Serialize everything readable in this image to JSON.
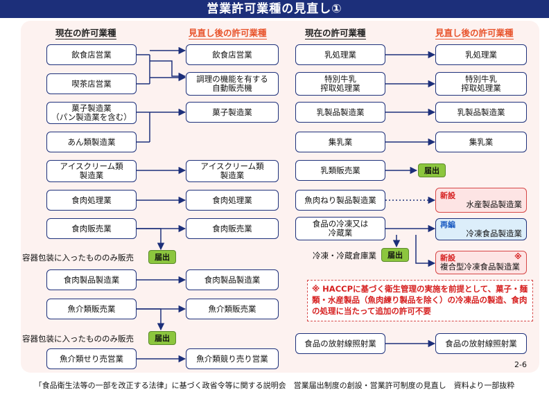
{
  "title": "営業許可業種の見直し①",
  "headers": {
    "current": "現在の許可業種",
    "revised": "見直し後の許可業種"
  },
  "left_current": {
    "inshoku": "飲食店営業",
    "kissa": "喫茶店営業",
    "kashi": "菓子製造業\n（パン製造業を含む）",
    "an": "あん類製造業",
    "ice": "アイスクリーム類\n製造業",
    "shokuniku_shori": "食肉処理業",
    "shokuniku_hanbai": "食肉販売業",
    "shokuniku_seihin": "食肉製品製造業",
    "gyokai_hanbai": "魚介類販売業",
    "gyokai_seri": "魚介類せり売営業"
  },
  "left_revised": {
    "inshoku": "飲食店営業",
    "jihanki": "調理の機能を有する\n自動販売機",
    "kashi": "菓子製造業",
    "ice": "アイスクリーム類\n製造業",
    "shokuniku_shori": "食肉処理業",
    "shokuniku_hanbai": "食肉販売業",
    "shokuniku_seihin": "食肉製品製造業",
    "gyokai_hanbai": "魚介類販売業",
    "gyokai_seri": "魚介類競り売り営業"
  },
  "left_notes": {
    "yoki1": "容器包装に入ったもののみ販売",
    "yoki2": "容器包装に入ったもののみ販売"
  },
  "todoke_label": "届出",
  "right_current": {
    "nyu_shori": "乳処理業",
    "tokubetsu": "特別牛乳\n搾取処理業",
    "nyu_seihin": "乳製品製造業",
    "shunyu": "集乳業",
    "nyurui_hanbai": "乳類販売業",
    "neri": "魚肉ねり製品製造業",
    "reito": "食品の冷凍又は\n冷蔵業",
    "reizo_soko": "冷凍・冷蔵倉庫業",
    "hoshasen": "食品の放射線照射業"
  },
  "right_revised": {
    "nyu_shori": "乳処理業",
    "tokubetsu": "特別牛乳\n搾取処理業",
    "nyu_seihin": "乳製品製造業",
    "shunyu": "集乳業",
    "suisan_tag": "新設",
    "suisan": "水産製品製造業",
    "reito_tag": "再編",
    "reito": "冷凍食品製造業",
    "fukugo_tag": "新設",
    "fukugo": "複合型冷凍食品製造業",
    "fukugo_mark": "※",
    "hoshasen": "食品の放射線照射業"
  },
  "warning": "※ HACCPに基づく衛生管理の実施を前提として、菓子・麺類・水産製品（魚肉練り製品を除く）の冷凍品の製造、食肉の処理に当たって追加の許可不要",
  "page_number": "2-6",
  "footer": "「食品衛生法等の一部を改正する法律」に基づく政省令等に関する説明会　営業届出制度の創設・営業許可制度の見直し　資料より一部抜粋"
}
